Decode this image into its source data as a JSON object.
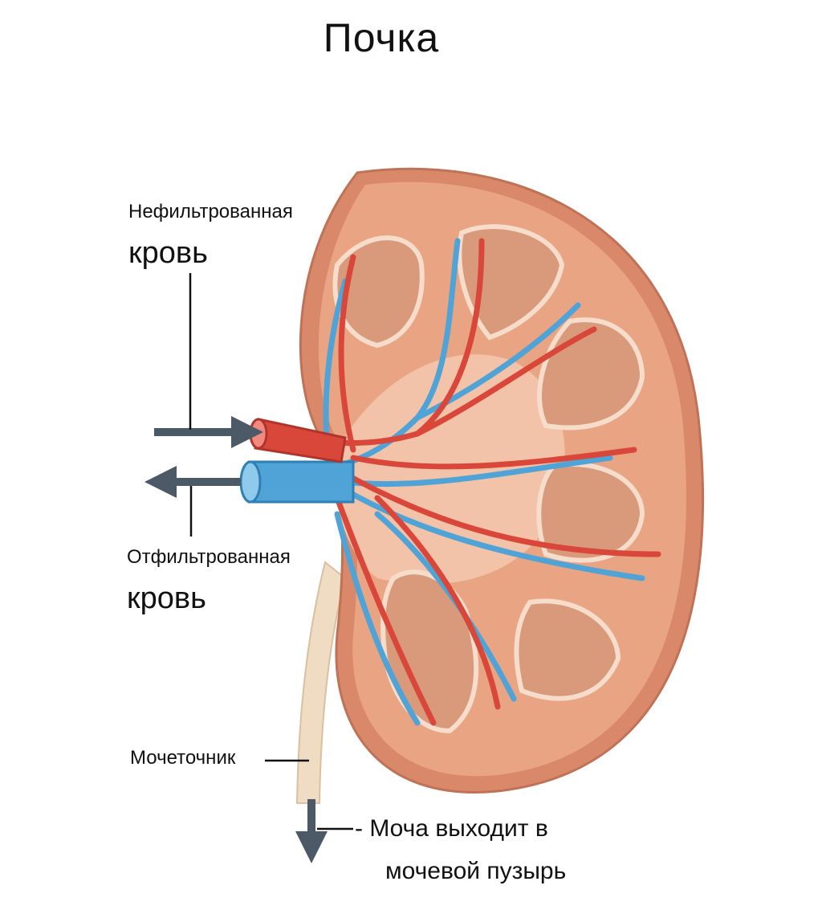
{
  "title": "Почка",
  "labels": {
    "unfiltered_line1": "Нефильтрованная",
    "unfiltered_line2": "кровь",
    "filtered_line1": "Отфильтрованная",
    "filtered_line2": "кровь",
    "ureter": "Мочеточник",
    "urine_line1": "- Моча выходит в",
    "urine_line2": "мочевой пузырь"
  },
  "colors": {
    "cortex": "#e9a583",
    "capsule": "#d9896a",
    "pyramid": "#d89a7b",
    "pelvis": "#f2c3a8",
    "artery": "#d9473a",
    "vein": "#4fa3d6",
    "ureter": "#f0dcc2",
    "arrow": "#4b5a66"
  }
}
